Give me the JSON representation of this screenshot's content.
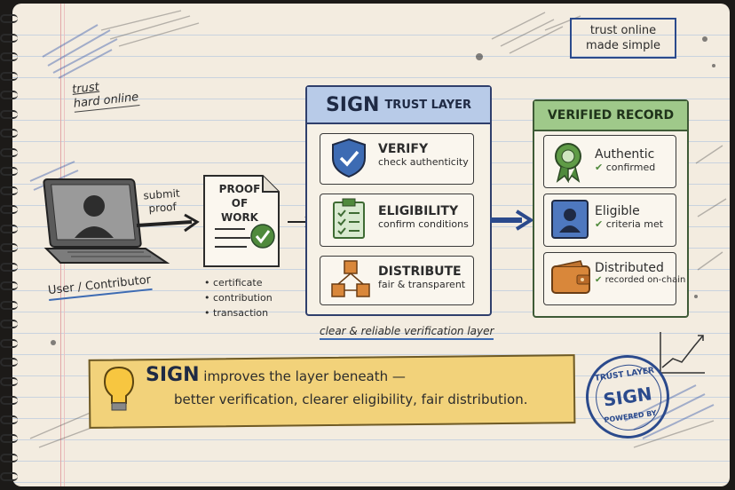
{
  "notes": {
    "top_left": [
      "trust",
      "hard online"
    ],
    "top_right": [
      "trust online",
      "made simple"
    ]
  },
  "user": {
    "label": "User / Contributor"
  },
  "submit_label": [
    "submit",
    "proof"
  ],
  "proof": {
    "title": [
      "PROOF",
      "OF WORK"
    ],
    "items": [
      "certificate",
      "contribution",
      "transaction"
    ]
  },
  "trust_layer": {
    "title_big": "SIGN",
    "title_small": "TRUST LAYER",
    "steps": [
      {
        "title": "VERIFY",
        "subtitle": "check authenticity",
        "icon": "shield-check-icon"
      },
      {
        "title": "ELIGIBILITY",
        "subtitle": "confirm conditions",
        "icon": "checklist-icon"
      },
      {
        "title": "DISTRIBUTE",
        "subtitle": "fair & transparent",
        "icon": "boxes-network-icon"
      }
    ],
    "caption": "clear & reliable verification layer"
  },
  "verified": {
    "title": "VERIFIED RECORD",
    "items": [
      {
        "title": "Authentic",
        "subtitle": "confirmed",
        "icon": "badge-ribbon-icon"
      },
      {
        "title": "Eligible",
        "subtitle": "criteria met",
        "icon": "person-card-icon"
      },
      {
        "title": "Distributed",
        "subtitle": "recorded on-chain",
        "icon": "wallet-icon"
      }
    ]
  },
  "banner": {
    "brand": "SIGN",
    "line1": "improves the layer beneath —",
    "line2": "better verification, clearer eligibility, fair distribution."
  },
  "stamp": {
    "top": "TRUST LAYER",
    "center": "SIGN",
    "bottom": "POWERED BY"
  },
  "colors": {
    "blue": "#3d6bb3",
    "green": "#4f8a3c",
    "yellow": "#f2d27a",
    "orange": "#d9873a",
    "ink": "#2c2c2c"
  }
}
